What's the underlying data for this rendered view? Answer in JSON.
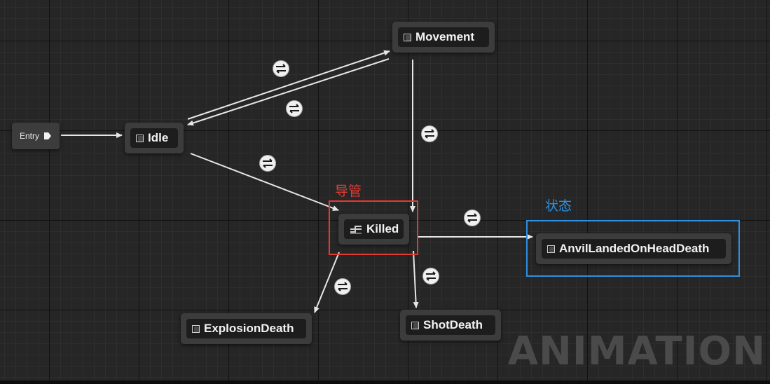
{
  "entry": {
    "label": "Entry"
  },
  "nodes": {
    "idle": "Idle",
    "movement": "Movement",
    "killed": "Killed",
    "explosion_death": "ExplosionDeath",
    "shot_death": "ShotDeath",
    "anvil_death": "AnvilLandedOnHeadDeath"
  },
  "annotations": {
    "conduit_label": "导管",
    "state_label": "状态"
  },
  "watermark": "ANIMATION",
  "colors": {
    "annotation_red": "#e53a32",
    "annotation_blue": "#2f8fe0",
    "transition_line": "#e6e6e6"
  },
  "icons": {
    "state": "state-icon",
    "conduit": "conduit-icon",
    "transition": "transition-rule-icon",
    "entry": "entry-arrow-icon"
  }
}
